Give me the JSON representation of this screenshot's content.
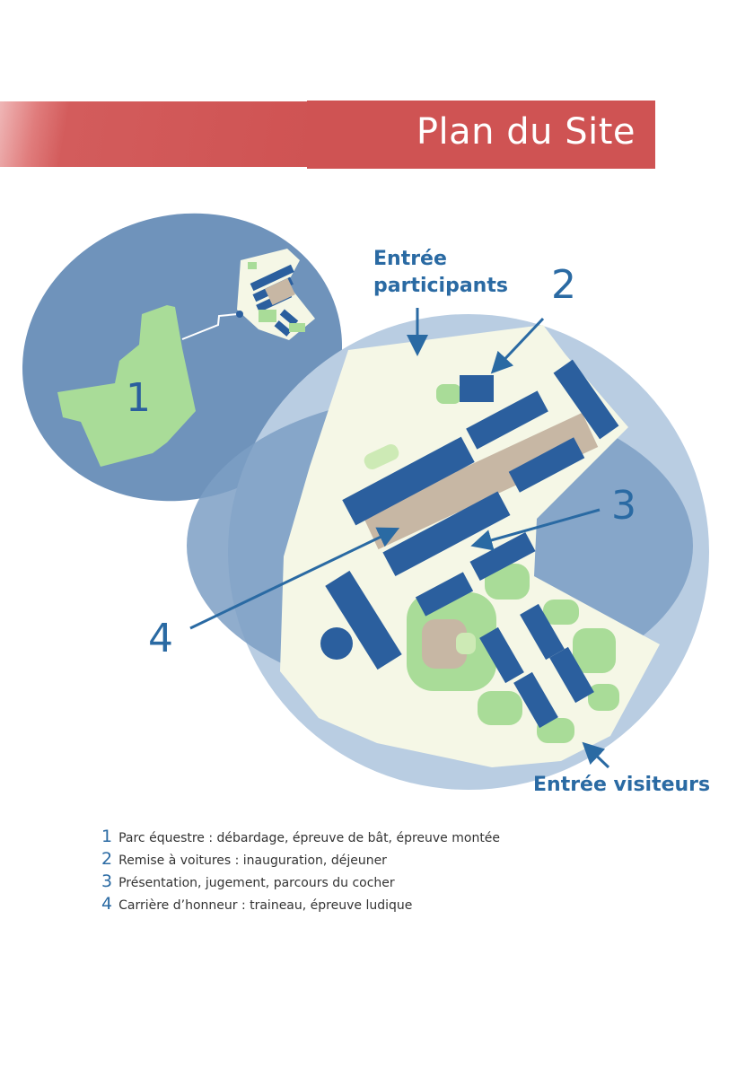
{
  "page": {
    "title": "Plan du Site"
  },
  "map": {
    "callouts": [
      {
        "id": "1",
        "label": "1"
      },
      {
        "id": "2",
        "label": "2"
      },
      {
        "id": "3",
        "label": "3"
      },
      {
        "id": "4",
        "label": "4"
      }
    ],
    "entrances": {
      "participants_line1": "Entrée",
      "participants_line2": "participants",
      "visitors": "Entrée visiteurs"
    },
    "colors": {
      "accent": "#2a6aa3",
      "banner": "#cf5353",
      "building": "#2b5f9e",
      "green": "#a9dc98",
      "ellipse_dark": "#6f93bb",
      "ellipse_light": "#b9cde2",
      "ground": "#f5f7e6"
    }
  },
  "legend": [
    {
      "num": "1",
      "text": "Parc équestre : débardage, épreuve de bât, épreuve montée"
    },
    {
      "num": "2",
      "text": "Remise à voitures : inauguration, déjeuner"
    },
    {
      "num": "3",
      "text": "Présentation, jugement, parcours du cocher"
    },
    {
      "num": "4",
      "text": "Carrière d’honneur : traineau, épreuve ludique"
    }
  ]
}
